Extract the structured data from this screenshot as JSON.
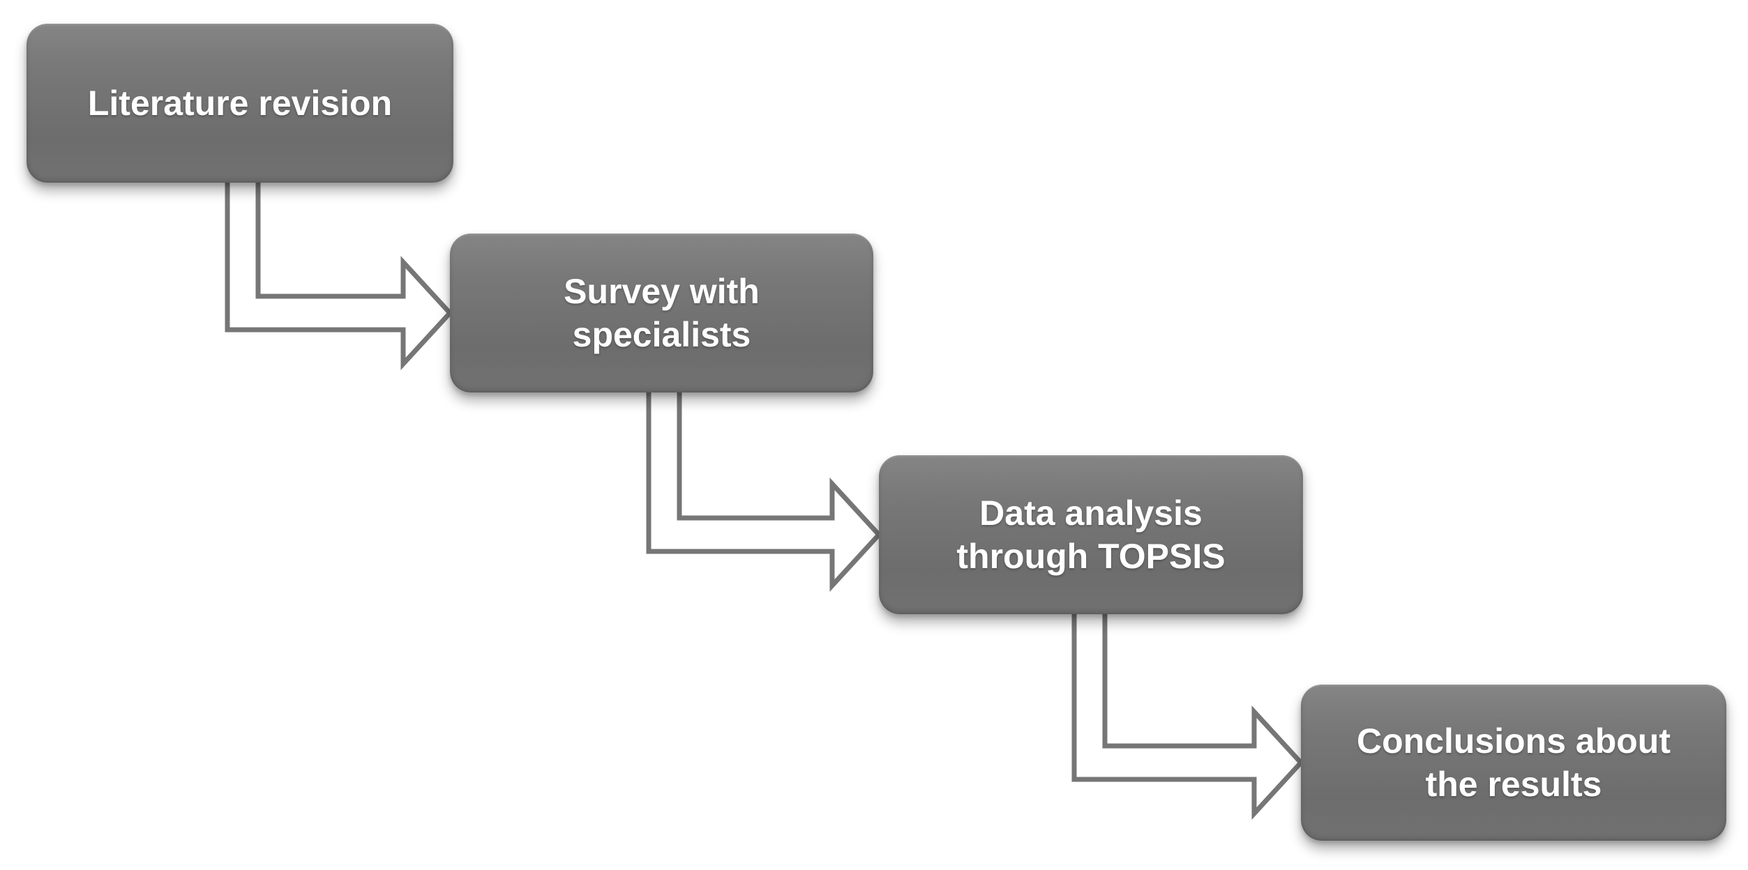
{
  "diagram": {
    "kind": "staircase-process-flowchart",
    "direction": "top-left to bottom-right",
    "steps": [
      {
        "order": 1,
        "label": "Literature revision"
      },
      {
        "order": 2,
        "label": "Survey with specialists"
      },
      {
        "order": 3,
        "label": "Data analysis through TOPSIS"
      },
      {
        "order": 4,
        "label": "Conclusions about the results"
      }
    ],
    "connectors": [
      {
        "from": 1,
        "to": 2,
        "shape": "elbow-down-right-arrow"
      },
      {
        "from": 2,
        "to": 3,
        "shape": "elbow-down-right-arrow"
      },
      {
        "from": 3,
        "to": 4,
        "shape": "elbow-down-right-arrow"
      }
    ],
    "colors": {
      "background": "#ffffff",
      "box_fill": "#6f6f6f",
      "box_fill_highlight": "#858585",
      "box_text": "#ffffff",
      "arrow_fill": "#ffffff",
      "arrow_outline": "#767676"
    }
  }
}
